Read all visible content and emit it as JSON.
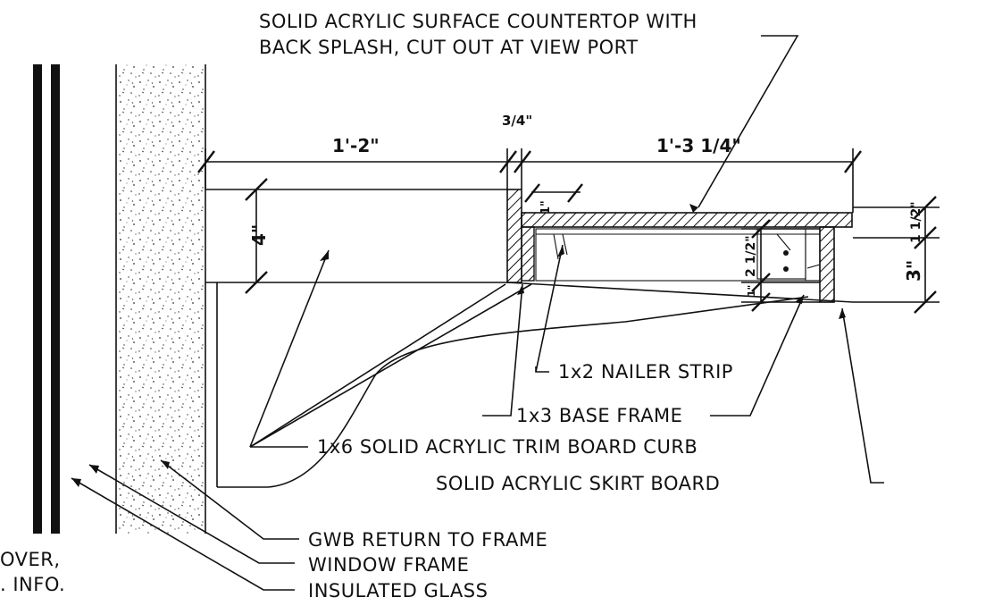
{
  "labels": {
    "countertop_line1": "SOLID ACRYLIC SURFACE COUNTERTOP WITH",
    "countertop_line2": "BACK SPLASH, CUT OUT AT VIEW PORT",
    "nailer": "1x2 NAILER STRIP",
    "base_frame": "1x3 BASE FRAME",
    "trim_board": "1x6 SOLID ACRYLIC TRIM BOARD CURB",
    "skirt": "SOLID ACRYLIC SKIRT BOARD",
    "gwb": "GWB RETURN TO FRAME",
    "window_frame": "WINDOW FRAME",
    "glass": "INSULATED GLASS",
    "left_partial_1": "OVER,",
    "left_partial_2": ". INFO."
  },
  "dimensions": {
    "span_left": "1'-2\"",
    "span_trim": "3/4\"",
    "span_right": "1'-3 1/4\"",
    "height_left": "4\"",
    "lip": "1\"",
    "top_right": "1 1/2\"",
    "frame_height": "2 1/2\"",
    "base_gap": "1\"",
    "total_right": "3\""
  }
}
